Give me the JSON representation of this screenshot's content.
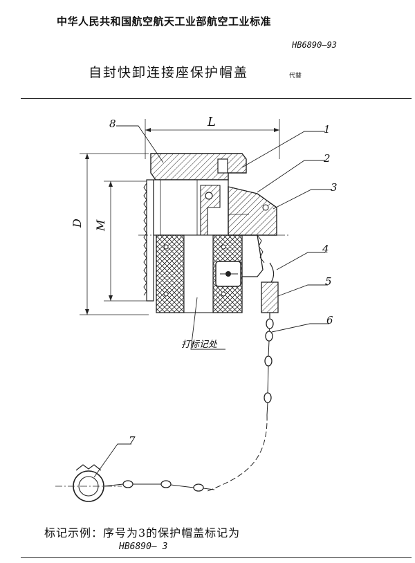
{
  "header": {
    "ministry_line": "中华人民共和国航空航天工业部航空工业标准",
    "standard_code": "HB6890—93",
    "title": "自封快卸连接座保护帽盖",
    "replaces": "代替"
  },
  "drawing": {
    "dimension_labels": {
      "length": "L",
      "diameter": "D",
      "thread": "M"
    },
    "part_callouts": [
      "8",
      "1",
      "2",
      "3",
      "4",
      "5",
      "6",
      "7"
    ],
    "stamp_note": "打标记处"
  },
  "footer": {
    "marking_example": "标记示例：序号为3的保护帽盖标记为",
    "marking_code": "HB6890— 3"
  }
}
